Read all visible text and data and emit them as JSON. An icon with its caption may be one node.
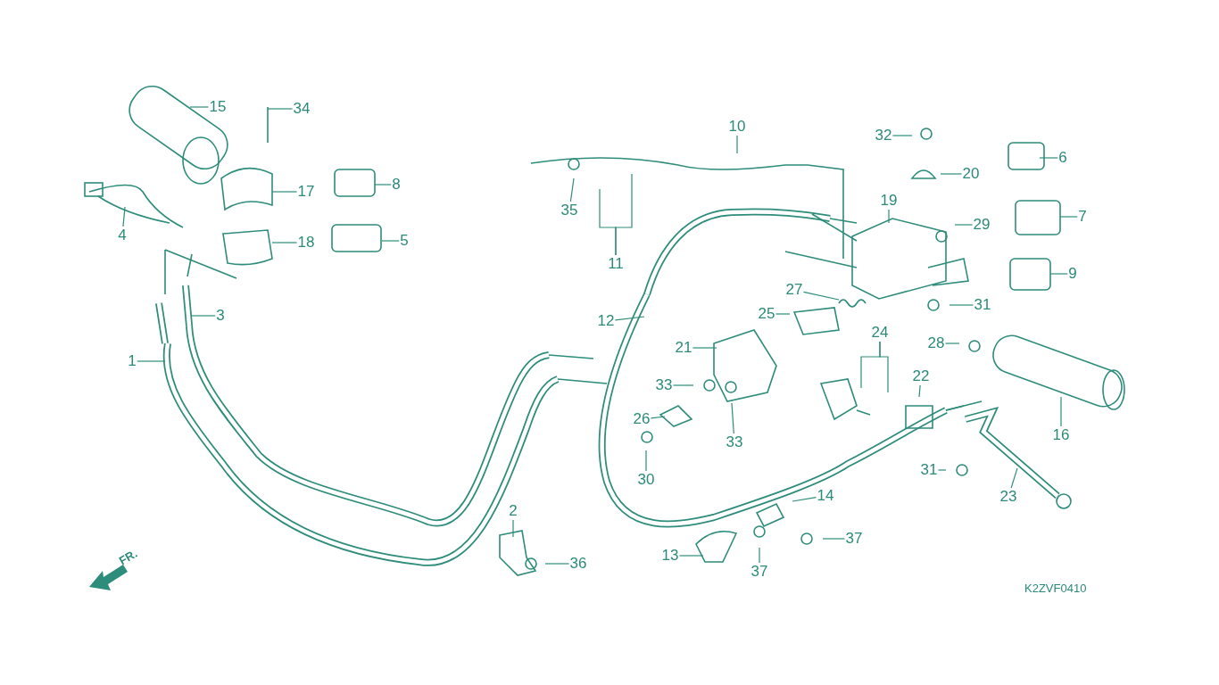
{
  "diagram": {
    "nodes": [
      {
        "text": [
          "15"
        ]
      },
      {
        "text": [
          "34"
        ]
      },
      {
        "text": [
          "17"
        ]
      },
      {
        "text": [
          "8"
        ]
      },
      {
        "text": [
          "18"
        ]
      },
      {
        "text": [
          "5"
        ]
      },
      {
        "text": [
          "4"
        ]
      },
      {
        "text": [
          "3"
        ]
      },
      {
        "text": [
          "1"
        ]
      },
      {
        "text": [
          "10"
        ]
      },
      {
        "text": [
          "35"
        ]
      },
      {
        "text": [
          "11"
        ]
      },
      {
        "text": [
          "12"
        ]
      },
      {
        "text": [
          "32"
        ]
      },
      {
        "text": [
          "20"
        ]
      },
      {
        "text": [
          "6"
        ]
      },
      {
        "text": [
          "19"
        ]
      },
      {
        "text": [
          "29"
        ]
      },
      {
        "text": [
          "7"
        ]
      },
      {
        "text": [
          "27"
        ]
      },
      {
        "text": [
          "31"
        ]
      },
      {
        "text": [
          "9"
        ]
      },
      {
        "text": [
          "25"
        ]
      },
      {
        "text": [
          "24"
        ]
      },
      {
        "text": [
          "21"
        ]
      },
      {
        "text": [
          "28"
        ]
      },
      {
        "text": [
          "22"
        ]
      },
      {
        "text": [
          "33"
        ]
      },
      {
        "text": [
          "26"
        ]
      },
      {
        "text": [
          "33"
        ]
      },
      {
        "text": [
          "16"
        ]
      },
      {
        "text": [
          "31"
        ]
      },
      {
        "text": [
          "23"
        ]
      },
      {
        "text": [
          "30"
        ]
      },
      {
        "text": [
          "2"
        ]
      },
      {
        "text": [
          "14"
        ]
      },
      {
        "text": [
          "37"
        ]
      },
      {
        "text": [
          "13"
        ]
      },
      {
        "text": [
          "36"
        ]
      },
      {
        "text": [
          "37"
        ]
      }
    ],
    "edges": [
      {
        "from": 0,
        "to": null,
        "arrow": "none"
      },
      {
        "from": 1,
        "to": null,
        "arrow": "none"
      },
      {
        "from": 2,
        "to": null,
        "arrow": "none"
      },
      {
        "from": 3,
        "to": null,
        "arrow": "none"
      },
      {
        "from": 4,
        "to": null,
        "arrow": "none"
      },
      {
        "from": 5,
        "to": null,
        "arrow": "none"
      },
      {
        "from": 6,
        "to": null,
        "arrow": "none"
      },
      {
        "from": 7,
        "to": null,
        "arrow": "none"
      },
      {
        "from": 8,
        "to": null,
        "arrow": "none"
      },
      {
        "from": 9,
        "to": null,
        "arrow": "none"
      },
      {
        "from": 10,
        "to": null,
        "arrow": "none"
      },
      {
        "from": 11,
        "to": null,
        "arrow": "none"
      },
      {
        "from": 11,
        "to": null,
        "arrow": "none"
      },
      {
        "from": 12,
        "to": null,
        "arrow": "none"
      },
      {
        "from": 13,
        "to": null,
        "arrow": "none"
      },
      {
        "from": 14,
        "to": null,
        "arrow": "none"
      },
      {
        "from": 15,
        "to": null,
        "arrow": "none"
      },
      {
        "from": 16,
        "to": null,
        "arrow": "none"
      },
      {
        "from": 17,
        "to": null,
        "arrow": "none"
      },
      {
        "from": 18,
        "to": null,
        "arrow": "none"
      },
      {
        "from": 19,
        "to": null,
        "arrow": "none"
      },
      {
        "from": 20,
        "to": null,
        "arrow": "none"
      },
      {
        "from": 21,
        "to": null,
        "arrow": "none"
      },
      {
        "from": 22,
        "to": null,
        "arrow": "none"
      },
      {
        "from": 23,
        "to": null,
        "arrow": "none"
      },
      {
        "from": 23,
        "to": null,
        "arrow": "none"
      },
      {
        "from": 24,
        "to": null,
        "arrow": "none"
      },
      {
        "from": 25,
        "to": null,
        "arrow": "none"
      },
      {
        "from": 26,
        "to": null,
        "arrow": "none"
      },
      {
        "from": 27,
        "to": null,
        "arrow": "none"
      },
      {
        "from": 28,
        "to": null,
        "arrow": "none"
      },
      {
        "from": 29,
        "to": null,
        "arrow": "none"
      },
      {
        "from": 30,
        "to": null,
        "arrow": "none"
      },
      {
        "from": 31,
        "to": null,
        "arrow": "none"
      },
      {
        "from": 32,
        "to": null,
        "arrow": "none"
      },
      {
        "from": 33,
        "to": null,
        "arrow": "none"
      },
      {
        "from": 34,
        "to": null,
        "arrow": "none"
      },
      {
        "from": 35,
        "to": null,
        "arrow": "none"
      },
      {
        "from": 36,
        "to": null,
        "arrow": "none"
      },
      {
        "from": 37,
        "to": null,
        "arrow": "none"
      },
      {
        "from": 38,
        "to": null,
        "arrow": "none"
      },
      {
        "from": 39,
        "to": null,
        "arrow": "none"
      }
    ],
    "labels": [
      "FR.",
      "K2ZVF0410"
    ]
  }
}
